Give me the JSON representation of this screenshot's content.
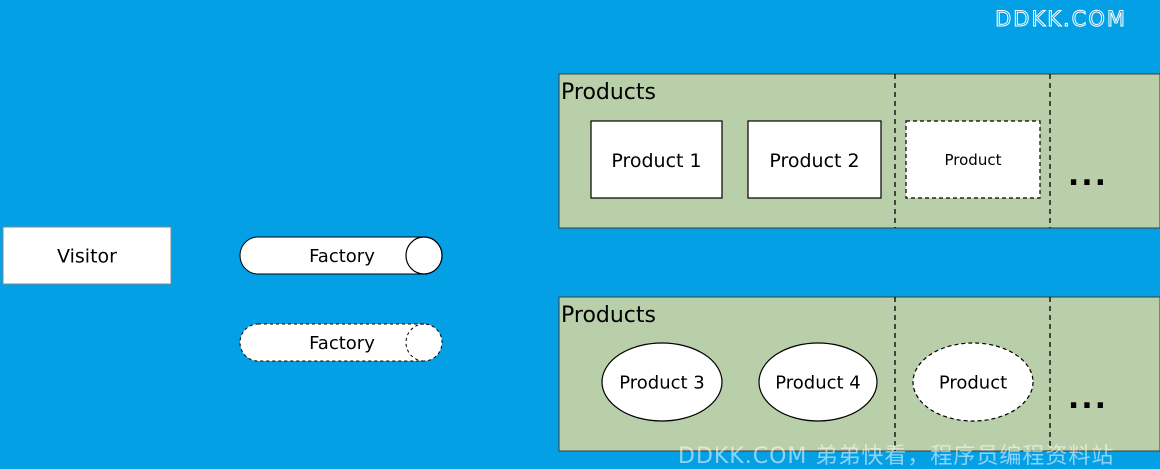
{
  "colors": {
    "background": "#03A0E6",
    "panel": "#B9CFA9",
    "panel_border": "#3B3F3A",
    "shape_fill": "#FFFFFF",
    "stroke": "#000000",
    "watermark": "#FFFFFF"
  },
  "diagram": {
    "visitor": "Visitor",
    "factories": [
      {
        "label": "Factory",
        "style": "solid"
      },
      {
        "label": "Factory",
        "style": "dashed"
      }
    ],
    "panels": [
      {
        "title": "Products",
        "items": [
          {
            "label": "Product 1",
            "shape": "rectangle",
            "style": "solid"
          },
          {
            "label": "Product 2",
            "shape": "rectangle",
            "style": "solid"
          },
          {
            "label": "Product",
            "shape": "rectangle",
            "style": "dashed"
          }
        ],
        "ellipsis": "..."
      },
      {
        "title": "Products",
        "items": [
          {
            "label": "Product 3",
            "shape": "ellipse",
            "style": "solid"
          },
          {
            "label": "Product 4",
            "shape": "ellipse",
            "style": "solid"
          },
          {
            "label": "Product",
            "shape": "ellipse",
            "style": "dashed"
          }
        ],
        "ellipsis": "..."
      }
    ]
  },
  "watermarks": {
    "top": "DDKK.COM",
    "bottom": "DDKK.COM 弟弟快看，程序员编程资料站"
  }
}
